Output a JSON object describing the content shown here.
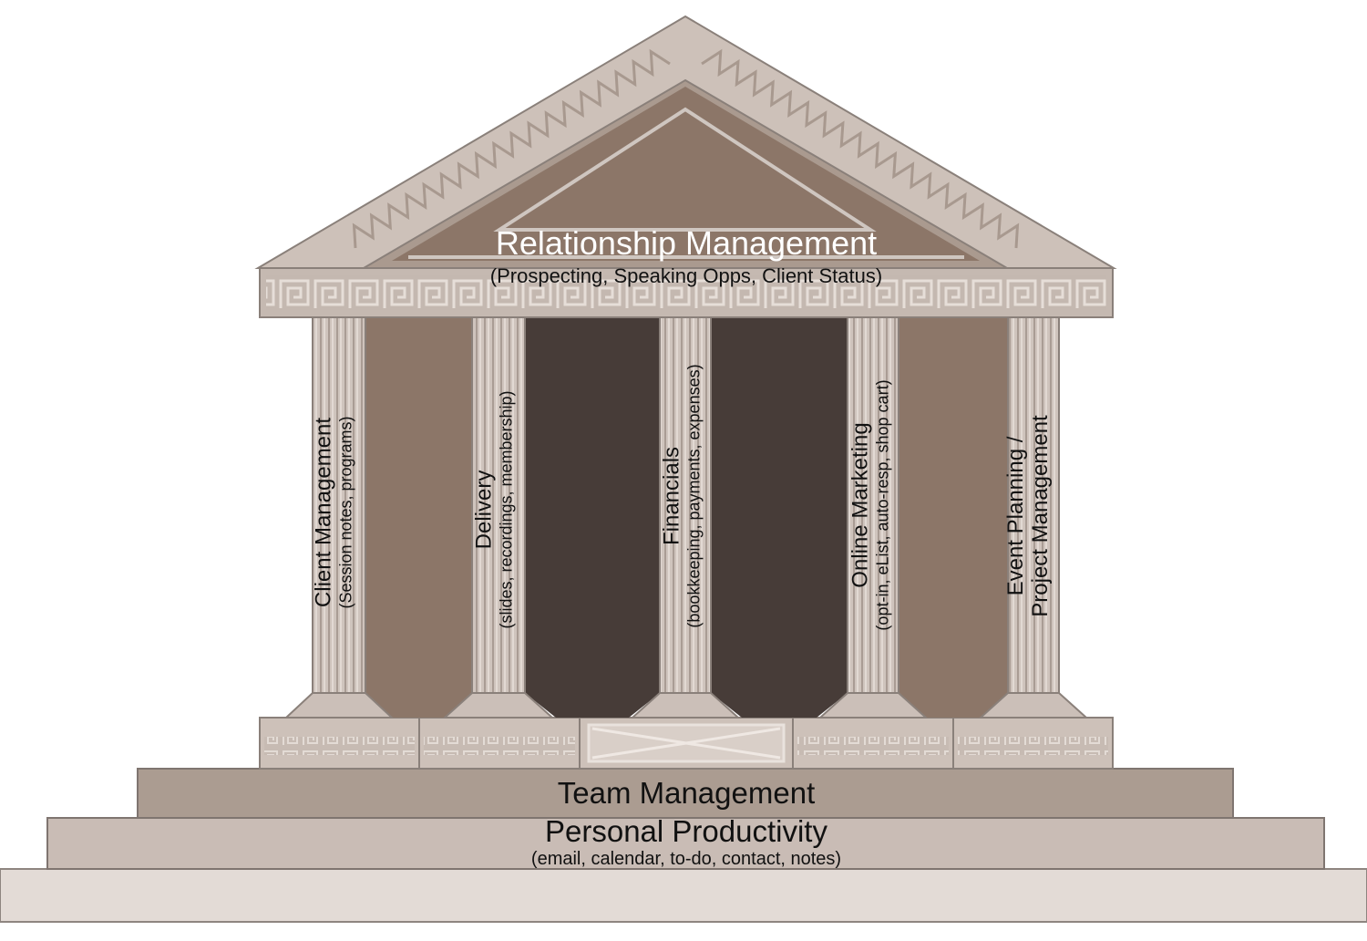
{
  "roof": {
    "title": "Relationship Management",
    "subtitle": "(Prospecting, Speaking Opps, Client Status)"
  },
  "pillars": [
    {
      "title": "Client Management",
      "subtitle": "(Session notes, programs)"
    },
    {
      "title": "Delivery",
      "subtitle": "(slides, recordings, membership)"
    },
    {
      "title": "Financials",
      "subtitle": "(bookkeeping, payments, expenses)"
    },
    {
      "title": "Online Marketing",
      "subtitle": "(opt-in, eList, auto-resp, shop cart)"
    },
    {
      "title": "Event Planning /",
      "title2": "Project Management"
    }
  ],
  "steps": {
    "upper": {
      "title": "Team Management"
    },
    "lower": {
      "title": "Personal Productivity",
      "subtitle": "(email, calendar, to-do, contact, notes)"
    }
  },
  "colors": {
    "stone": "#c9bdb5",
    "stone_dark": "#a89990",
    "panel_brown": "#8c7668",
    "panel_dark": "#473c38",
    "edge": "#7f7570"
  }
}
